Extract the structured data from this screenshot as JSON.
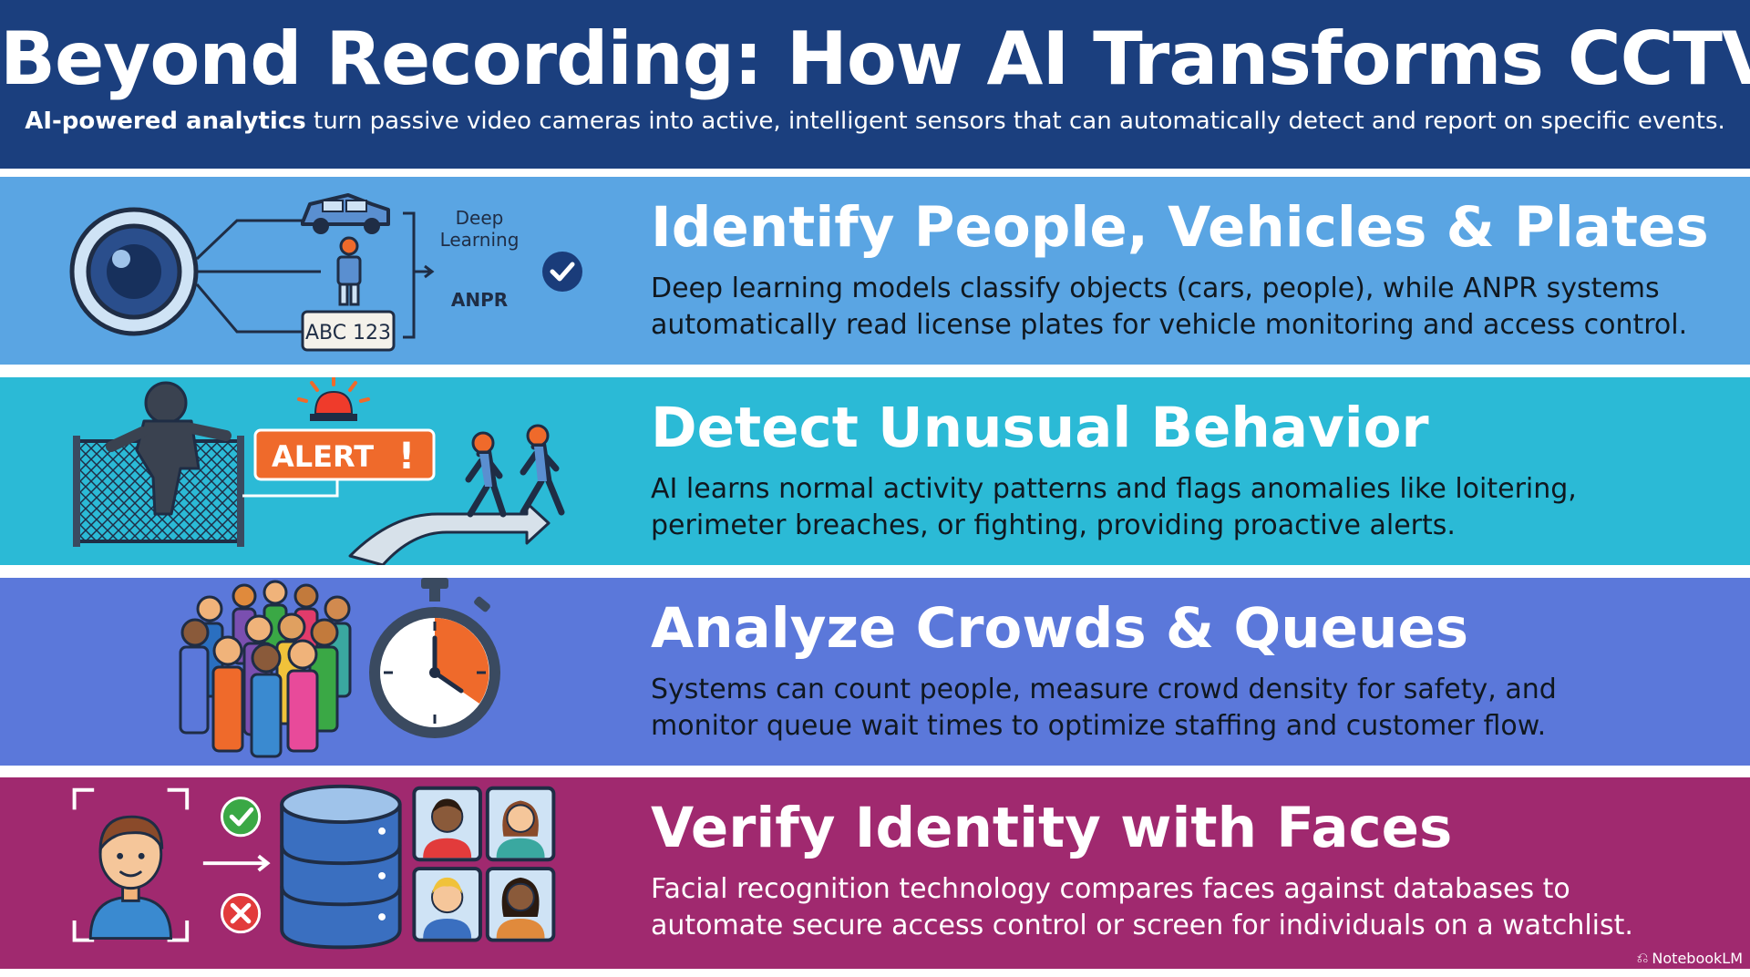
{
  "header": {
    "title": "Beyond Recording: How AI Transforms CCTV",
    "subtitle_bold": "AI-powered analytics",
    "subtitle_rest": " turn passive video cameras into active, intelligent sensors that can automatically detect and report on specific events."
  },
  "sections": [
    {
      "heading": "Identify People, Vehicles & Plates",
      "body_line1": "Deep learning models classify objects (cars, people), while ANPR systems",
      "body_line2": "automatically read license plates for vehicle monitoring and access control.",
      "illustration": {
        "label_deep": "Deep",
        "label_learning": "Learning",
        "label_anpr": "ANPR",
        "plate_text": "ABC 123",
        "icons": [
          "camera-icon",
          "car-icon",
          "person-icon",
          "license-plate-icon",
          "check-icon"
        ]
      }
    },
    {
      "heading": "Detect Unusual Behavior",
      "body_line1": "AI learns normal activity patterns and flags anomalies like loitering,",
      "body_line2": "perimeter breaches, or fighting, providing proactive alerts.",
      "illustration": {
        "alert_text": "ALERT",
        "alert_mark": "!",
        "icons": [
          "intruder-icon",
          "fence-icon",
          "siren-icon",
          "walking-people-icon",
          "path-arrow-icon"
        ]
      }
    },
    {
      "heading": "Analyze Crowds & Queues",
      "body_line1": "Systems can count people, measure crowd density for safety, and",
      "body_line2": "monitor queue wait times to optimize staffing and customer flow.",
      "illustration": {
        "icons": [
          "crowd-icon",
          "stopwatch-icon"
        ]
      }
    },
    {
      "heading": "Verify Identity with Faces",
      "body_line1": "Facial recognition technology compares faces against databases to",
      "body_line2": "automate secure access control or screen for individuals on a watchlist.",
      "illustration": {
        "icons": [
          "face-scan-icon",
          "check-icon",
          "cross-icon",
          "database-icon",
          "face-gallery-icon"
        ]
      }
    }
  ],
  "watermark": "NotebookLM",
  "colors": {
    "header": "#1b3f7e",
    "band1": "#5aa5e3",
    "band2": "#2bbad6",
    "band3": "#5b78da",
    "band4": "#a0296f",
    "alert": "#ef6a2b",
    "check": "#3aa845",
    "cross": "#e23b3b"
  }
}
